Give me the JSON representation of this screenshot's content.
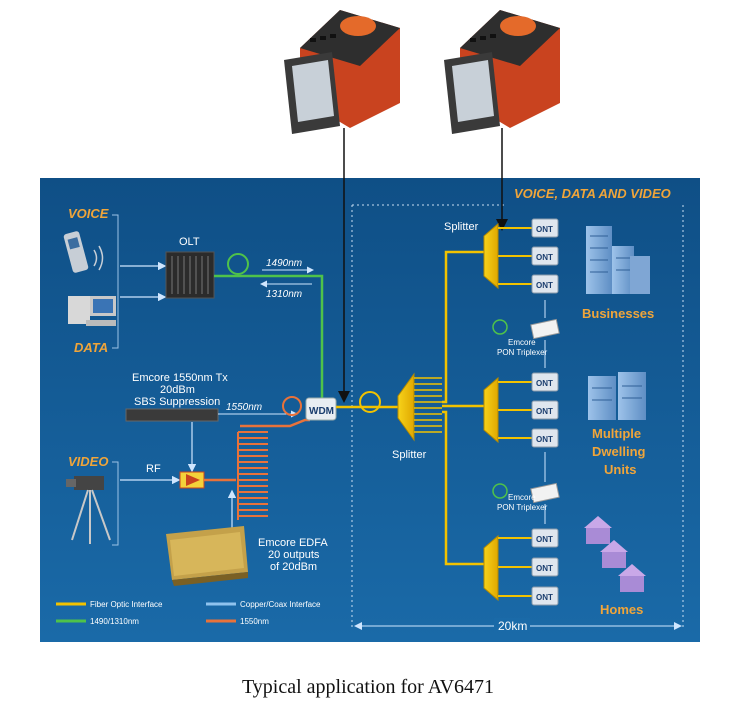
{
  "diagram": {
    "header": "VOICE, DATA AND VIDEO",
    "sources": {
      "voice": "VOICE",
      "data": "DATA",
      "video": "VIDEO",
      "rf": "RF"
    },
    "equipment": {
      "olt": "OLT",
      "wavelength_down": "1490nm",
      "wavelength_up": "1310nm",
      "tx_line1": "Emcore 1550nm Tx",
      "tx_line2": "20dBm",
      "tx_line3": "SBS Suppression",
      "wavelength_video": "1550nm",
      "wdm": "WDM",
      "edfa_line1": "Emcore EDFA",
      "edfa_line2": "20 outputs",
      "edfa_line3": "of 20dBm"
    },
    "network": {
      "splitter_main": "Splitter",
      "splitter_top": "Splitter",
      "ont": "ONT",
      "triplexer_line1": "Emcore",
      "triplexer_line2": "PON Triplexer",
      "distance": "20km"
    },
    "destinations": {
      "businesses": "Businesses",
      "mdu_line1": "Multiple",
      "mdu_line2": "Dwelling",
      "mdu_line3": "Units",
      "homes": "Homes"
    },
    "legend": {
      "fiber": "Fiber Optic Interface",
      "copper": "Copper/Coax Interface",
      "green": "1490/1310nm",
      "orange": "1550nm"
    },
    "colors": {
      "background": "#0e5a94",
      "fiber": "#f2c200",
      "green": "#4fc24a",
      "orange": "#e8723a",
      "copper": "#8fc3ee",
      "accent_text": "#f0a53a"
    }
  },
  "caption": "Typical application for AV6471"
}
